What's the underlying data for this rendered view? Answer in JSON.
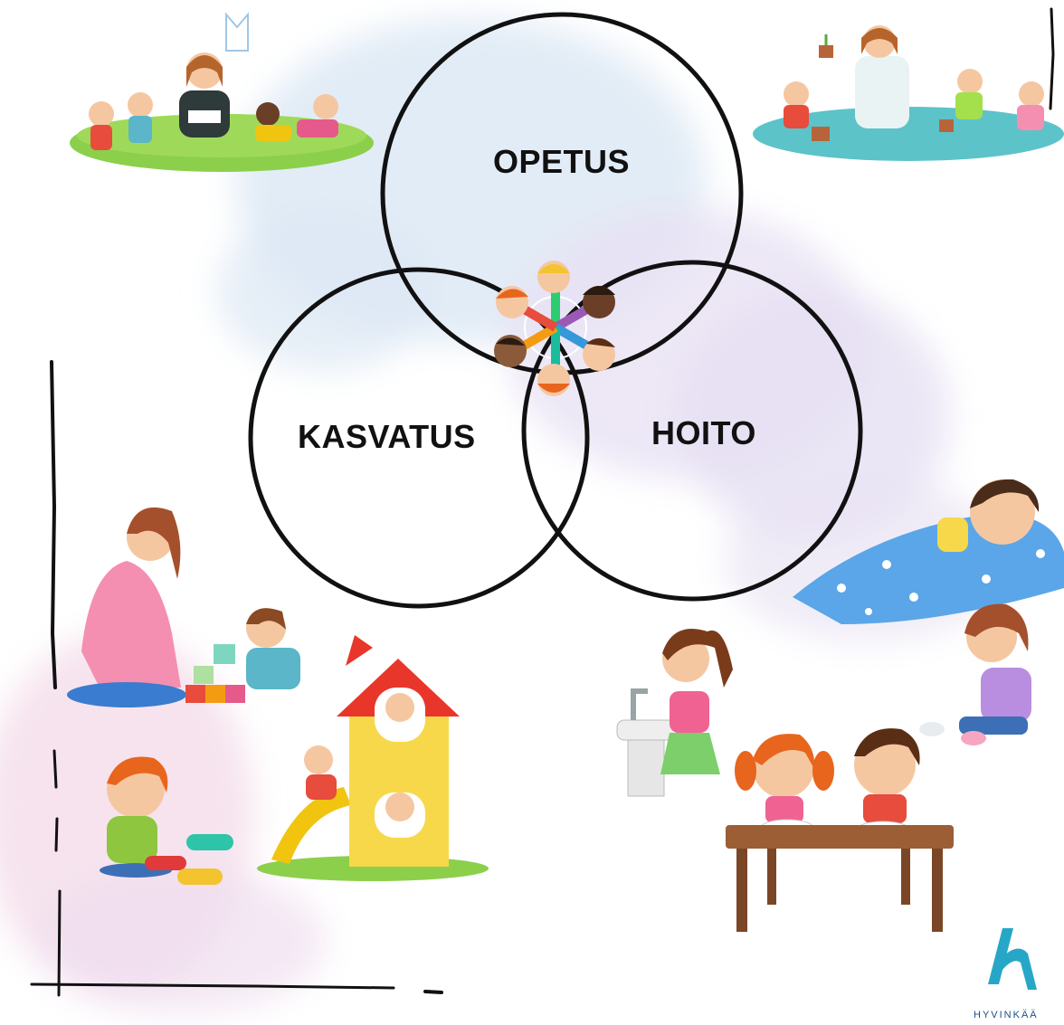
{
  "diagram": {
    "circles": [
      {
        "id": "opetus",
        "label": "OPETUS"
      },
      {
        "id": "kasvatus",
        "label": "KASVATUS"
      },
      {
        "id": "hoito",
        "label": "HOITO"
      }
    ]
  },
  "logo": {
    "text": "HYVINKÄÄ",
    "color": "#27a7c8"
  },
  "colors": {
    "watercolor_blue": "#c9dcef",
    "watercolor_purple": "#e4dcf2",
    "watercolor_pink": "#f6dcec",
    "outline": "#111111"
  }
}
